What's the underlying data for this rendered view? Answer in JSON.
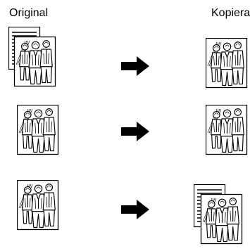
{
  "headers": {
    "original_label": "Original",
    "copy_label": "Kopiera"
  },
  "rows": [
    {
      "original": {
        "type": "two-pages",
        "front": "people-illustration",
        "back": "text-page",
        "page_count": 2
      },
      "copy": {
        "type": "single-page",
        "front": "people-illustration",
        "page_count": 1
      }
    },
    {
      "original": {
        "type": "single-page",
        "front": "people-illustration",
        "page_count": 1
      },
      "copy": {
        "type": "single-page",
        "front": "people-illustration",
        "page_count": 1
      }
    },
    {
      "original": {
        "type": "single-page",
        "front": "people-illustration",
        "page_count": 1
      },
      "copy": {
        "type": "two-pages",
        "front": "people-illustration",
        "back": "text-page",
        "page_count": 2
      }
    }
  ],
  "icons": [
    "document-page-icon",
    "people-illustration-icon",
    "right-arrow-icon"
  ]
}
